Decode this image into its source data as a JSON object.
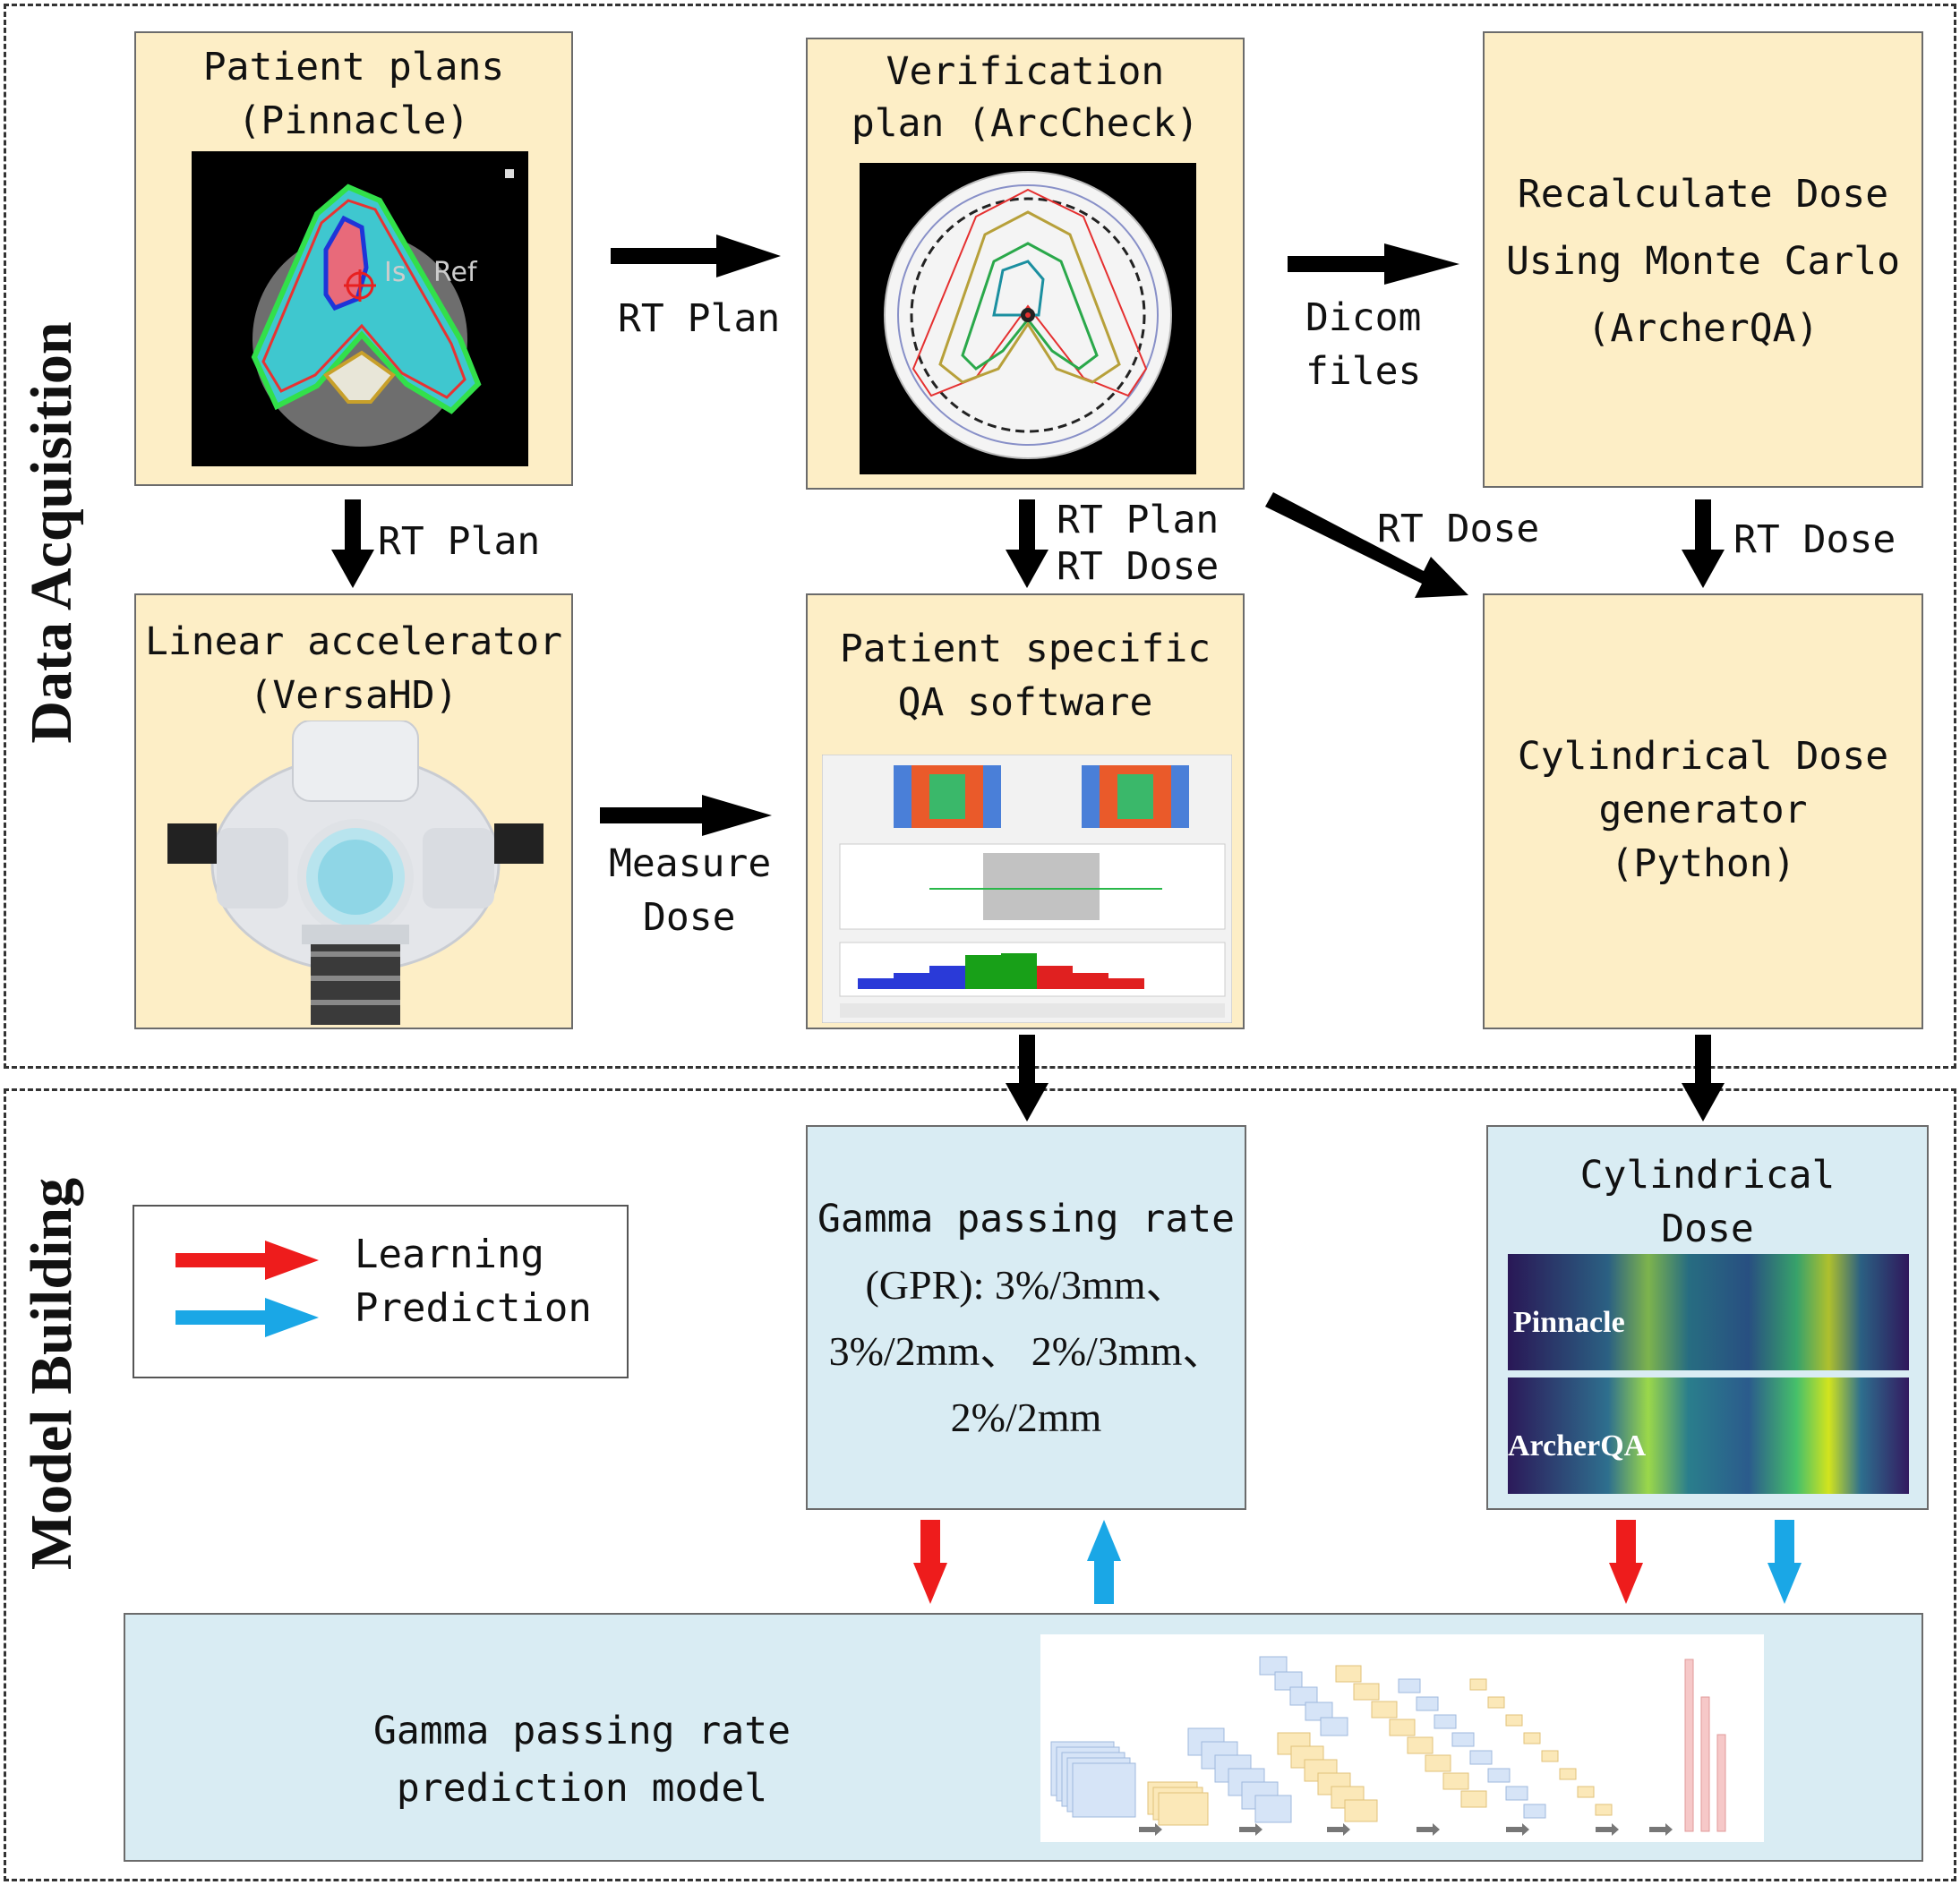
{
  "sections": {
    "data_acquisition": "Data Acquisition",
    "model_building": "Model Building"
  },
  "boxes": {
    "patient_plans": {
      "line1": "Patient plans",
      "line2": "(Pinnacle)"
    },
    "verification_plan": {
      "line1": "Verification",
      "line2": "plan (ArcCheck)"
    },
    "recalculate_dose": {
      "line1": "Recalculate Dose",
      "line2": "Using Monte Carlo",
      "line3": "(ArcherQA)"
    },
    "linear_accelerator": {
      "line1": "Linear accelerator",
      "line2": "(VersaHD)"
    },
    "patient_qa_software": {
      "line1": "Patient specific",
      "line2": "QA software"
    },
    "cylindrical_generator": {
      "line1": "Cylindrical Dose",
      "line2": "generator",
      "line3": "(Python)"
    },
    "gpr": {
      "line1": "Gamma passing rate",
      "line2": "(GPR): 3%/3mm、",
      "line3": "3%/2mm、 2%/3mm、",
      "line4": "2%/2mm"
    },
    "cylindrical_dose": {
      "line1": "Cylindrical",
      "line2": "Dose",
      "pinnacle": "Pinnacle",
      "archerqa": "ArcherQA"
    },
    "prediction_model": {
      "line1": "Gamma passing rate",
      "line2": "prediction model"
    }
  },
  "arrow_labels": {
    "rt_plan_top": "RT Plan",
    "dicom_1": "Dicom",
    "dicom_2": "files",
    "rt_plan_left": "RT Plan",
    "rt_plan_mid": "RT Plan",
    "rt_dose_mid": "RT Dose",
    "rt_dose_diag": "RT Dose",
    "rt_dose_right": "RT Dose",
    "measure_1": "Measure",
    "measure_2": "Dose"
  },
  "legend": {
    "learning": "Learning",
    "prediction": "Prediction"
  },
  "colors": {
    "learning_arrow": "#ee1c1c",
    "prediction_arrow": "#1aa7e6",
    "tan_box": "#fdeec6",
    "blue_box": "#d9ecf3"
  }
}
